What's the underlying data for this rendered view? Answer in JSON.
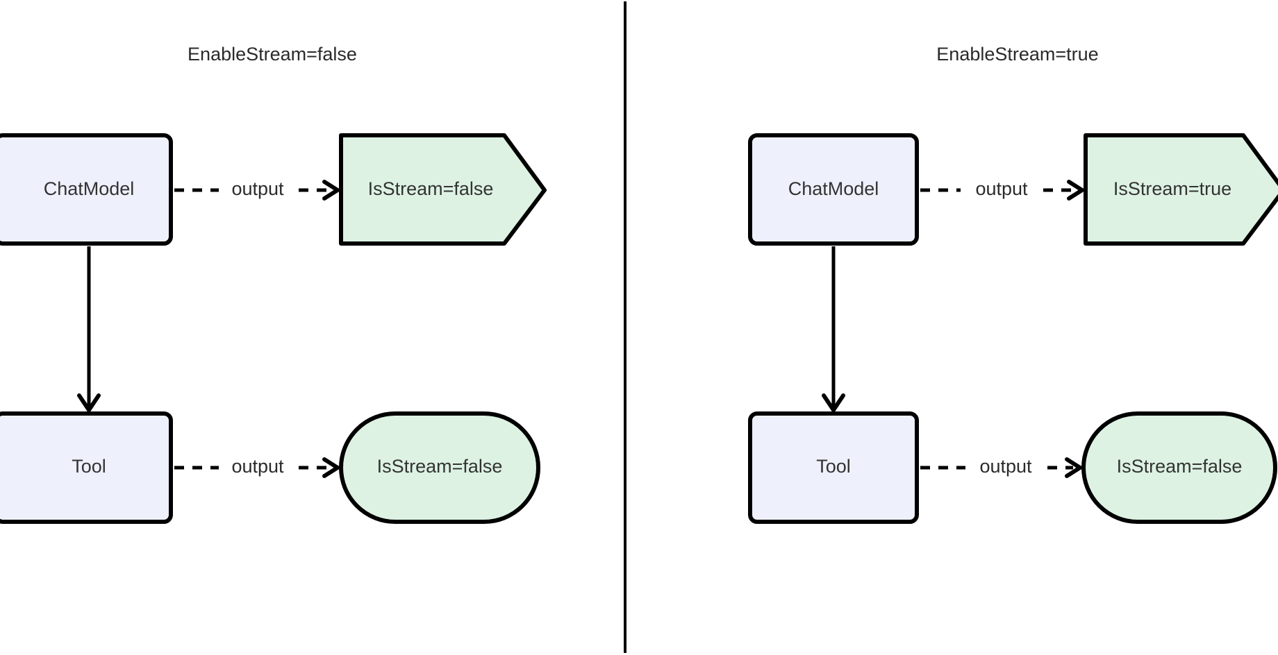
{
  "diagram": {
    "type": "flowchart",
    "background_color": "#ffffff",
    "divider_color": "#000000",
    "panels": [
      {
        "id": "left",
        "title": "EnableStream=false",
        "nodes": [
          {
            "id": "chatmodel-left",
            "label": "ChatModel",
            "shape": "rounded-rect",
            "fill": "#eef1fb",
            "stroke": "#000000"
          },
          {
            "id": "isstream-top-left",
            "label": "IsStream=false",
            "shape": "pentagon-right",
            "fill": "#ddf2e3",
            "stroke": "#000000"
          },
          {
            "id": "tool-left",
            "label": "Tool",
            "shape": "rounded-rect",
            "fill": "#eef1fb",
            "stroke": "#000000"
          },
          {
            "id": "isstream-bottom-left",
            "label": "IsStream=false",
            "shape": "stadium",
            "fill": "#ddf2e3",
            "stroke": "#000000"
          }
        ],
        "edges": [
          {
            "id": "chatmodel-to-isstream-left",
            "from": "chatmodel-left",
            "to": "isstream-top-left",
            "label": "output",
            "style": "dashed",
            "arrow": true
          },
          {
            "id": "chatmodel-to-tool-left",
            "from": "chatmodel-left",
            "to": "tool-left",
            "label": "",
            "style": "solid",
            "arrow": true
          },
          {
            "id": "tool-to-isstream-left",
            "from": "tool-left",
            "to": "isstream-bottom-left",
            "label": "output",
            "style": "dashed",
            "arrow": true
          }
        ]
      },
      {
        "id": "right",
        "title": "EnableStream=true",
        "nodes": [
          {
            "id": "chatmodel-right",
            "label": "ChatModel",
            "shape": "rounded-rect",
            "fill": "#eef1fb",
            "stroke": "#000000"
          },
          {
            "id": "isstream-top-right",
            "label": "IsStream=true",
            "shape": "pentagon-right",
            "fill": "#ddf2e3",
            "stroke": "#000000"
          },
          {
            "id": "tool-right",
            "label": "Tool",
            "shape": "rounded-rect",
            "fill": "#eef1fb",
            "stroke": "#000000"
          },
          {
            "id": "isstream-bottom-right",
            "label": "IsStream=false",
            "shape": "stadium",
            "fill": "#ddf2e3",
            "stroke": "#000000"
          }
        ],
        "edges": [
          {
            "id": "chatmodel-to-isstream-right",
            "from": "chatmodel-right",
            "to": "isstream-top-right",
            "label": "output",
            "style": "dashed",
            "arrow": true
          },
          {
            "id": "chatmodel-to-tool-right",
            "from": "chatmodel-right",
            "to": "tool-right",
            "label": "",
            "style": "solid",
            "arrow": true
          },
          {
            "id": "tool-to-isstream-right",
            "from": "tool-right",
            "to": "isstream-bottom-right",
            "label": "output",
            "style": "dashed",
            "arrow": true
          }
        ]
      }
    ]
  },
  "left": {
    "title": "EnableStream=false",
    "chatmodel_label": "ChatModel",
    "tool_label": "Tool",
    "isstream_top_label": "IsStream=false",
    "isstream_bottom_label": "IsStream=false",
    "edge_top_label": "output",
    "edge_bottom_label": "output"
  },
  "right": {
    "title": "EnableStream=true",
    "chatmodel_label": "ChatModel",
    "tool_label": "Tool",
    "isstream_top_label": "IsStream=true",
    "isstream_bottom_label": "IsStream=false",
    "edge_top_label": "output",
    "edge_bottom_label": "output"
  }
}
